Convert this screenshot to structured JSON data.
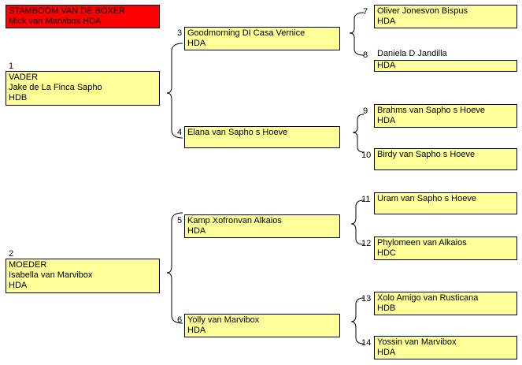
{
  "title": {
    "line1": "STAMBOOM VAN DE BOXER",
    "line2": "Mick van Marvibox  HDA"
  },
  "sire": {
    "num": "1",
    "role": "VADER",
    "name": "Jake de La Finca Sapho",
    "reg": "HDB"
  },
  "dam": {
    "num": "2",
    "role": "MOEDER",
    "name": "Isabella van Marvibox",
    "reg": "HDA"
  },
  "gen2": [
    {
      "num": "3",
      "name": "Goodmorning DI Casa Vernice",
      "reg": "HDA"
    },
    {
      "num": "4",
      "name": "Elana van Sapho s Hoeve",
      "reg": ""
    },
    {
      "num": "5",
      "name": "Kamp Xofronvan Alkaios",
      "reg": "HDA"
    },
    {
      "num": "6",
      "name": "Yolly van Marvibox",
      "reg": "HDA"
    }
  ],
  "gen3": [
    {
      "num": "7",
      "name": "Oliver Jonesvon Bispus",
      "reg": "HDA"
    },
    {
      "num": "8",
      "name": "Daniela D Jandilla",
      "reg": "HDA"
    },
    {
      "num": "9",
      "name": "Brahms van Sapho s Hoeve",
      "reg": "HDA"
    },
    {
      "num": "10",
      "name": "Birdy van Sapho s Hoeve",
      "reg": ""
    },
    {
      "num": "11",
      "name": "Uram van Sapho s Hoeve",
      "reg": ""
    },
    {
      "num": "12",
      "name": "Phylomeen van Alkaios",
      "reg": "HDC"
    },
    {
      "num": "13",
      "name": "Xolo Amigo van Rusticana",
      "reg": "HDB"
    },
    {
      "num": "14",
      "name": "Yossin van Marvibox",
      "reg": "HDA"
    }
  ],
  "colors": {
    "box": "#ffff99",
    "title": "#ff0000",
    "border": "#000000"
  }
}
